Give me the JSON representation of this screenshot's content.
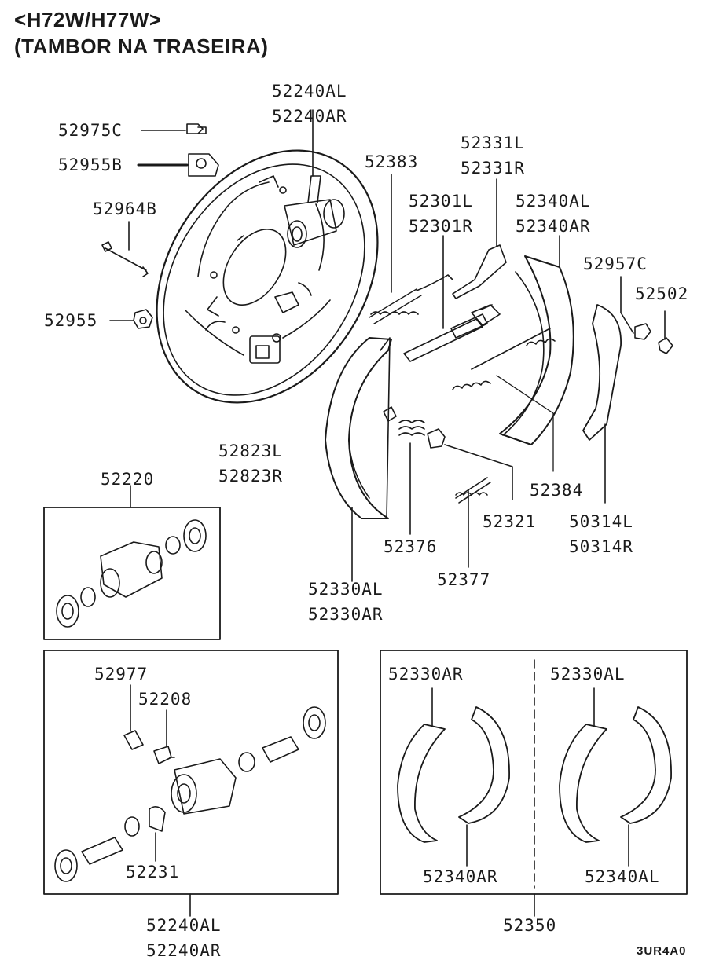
{
  "header": {
    "model": "<H72W/H77W>",
    "subtitle": "(TAMBOR NA TRASEIRA)"
  },
  "part_labels": {
    "p52240AL_top": "52240AL",
    "p52240AR_top": "52240AR",
    "p52975C": "52975C",
    "p52955B": "52955B",
    "p52964B": "52964B",
    "p52955": "52955",
    "p52823L": "52823L",
    "p52823R": "52823R",
    "p52383": "52383",
    "p52331L": "52331L",
    "p52331R": "52331R",
    "p52301L": "52301L",
    "p52301R": "52301R",
    "p52340AL_top": "52340AL",
    "p52340AR_top": "52340AR",
    "p52957C": "52957C",
    "p52502": "52502",
    "p52384": "52384",
    "p52321": "52321",
    "p50314L": "50314L",
    "p50314R": "50314R",
    "p52376": "52376",
    "p52377": "52377",
    "p52330AL_mid": "52330AL",
    "p52330AR_mid": "52330AR",
    "p52220": "52220",
    "p52977": "52977",
    "p52208": "52208",
    "p52231": "52231",
    "p52240AL_bot": "52240AL",
    "p52240AR_bot": "52240AR",
    "p52330AR_kit": "52330AR",
    "p52330AL_kit": "52330AL",
    "p52340AR_kit": "52340AR",
    "p52340AL_kit": "52340AL",
    "p52350": "52350"
  },
  "diagram_code": "3UR4A0"
}
